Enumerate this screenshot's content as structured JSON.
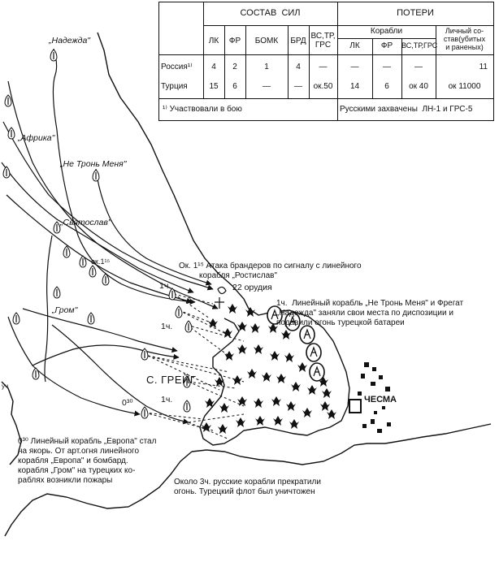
{
  "table": {
    "group_forces": "СОСТАВ  СИЛ",
    "group_losses": "ПОТЕРИ",
    "sub_ships": "Корабли",
    "sub_personnel": "Личный со-\nстав(убитых\nи раненых)",
    "force_cols": [
      "ЛК",
      "ФР",
      "БОМК",
      "БРД",
      "ВС,ТР,\nГРС"
    ],
    "loss_cols": [
      "ЛК",
      "ФР",
      "ВС,ТР,ГРС"
    ],
    "rows": [
      {
        "country": "Россия¹⁾",
        "forces": [
          "4",
          "2",
          "1",
          "4",
          "—"
        ],
        "losses": [
          "—",
          "—",
          "—"
        ],
        "personnel": "11"
      },
      {
        "country": "Турция",
        "forces": [
          "15",
          "6",
          "—",
          "—",
          "ок.50"
        ],
        "losses": [
          "14",
          "6",
          "ок 40"
        ],
        "personnel": "ок 11000"
      }
    ],
    "footnote": "¹⁾ Участвовали в бою",
    "captured": "Русскими захвачены  ЛН-1 и ГРС-5"
  },
  "labels": {
    "nadezhda": "„Надежда\"",
    "afrika": "„Африка\"",
    "ne_tron": "„Не Тронь Меня\"",
    "svyatoslav": "„Святослав\"",
    "grom": "„Гром\"",
    "ok115": "ок.1¹⁵",
    "h1_a": "1ч.",
    "h1_b": "1ч.",
    "h1_c": "1ч.",
    "guns": "22 орудия",
    "greig": "С. ГРЕЙГ",
    "o30": "0³⁰",
    "chesma": "ЧЕСМА",
    "uch": "уч"
  },
  "notes": {
    "fireships": "Ок. 1¹⁵ Атака брандеров по сигналу с линейного\n         корабля „Ростислав\"",
    "battery": "1ч.  Линейный корабль „Не Тронь Меня\" и Фрегат\n„Надежда\" заняли свои места по диспозиции и\nподавили огонь турецкой батареи",
    "europa": "0³⁰ Линейный корабль „Европа\" стал\nна якорь. От арт.огня линейного\nкорабля „Европа\" и бомбард.\nкорабля „Гром\" на турецких ко-\nраблях возникли пожары",
    "end": "Около 3ч. русские корабли прекратили\nогонь. Турецкий флот был уничтожен"
  }
}
